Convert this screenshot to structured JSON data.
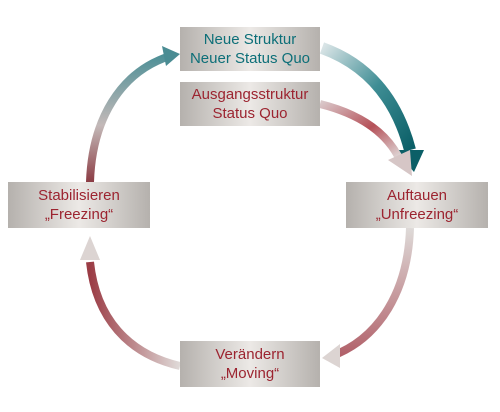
{
  "diagram": {
    "boxes": {
      "new_structure": {
        "line1": "Neue Struktur",
        "line2": "Neuer Status Quo"
      },
      "initial_structure": {
        "line1": "Ausgangsstruktur",
        "line2": "Status Quo"
      },
      "unfreezing": {
        "line1": "Auftauen",
        "line2": "„Unfreezing“"
      },
      "moving": {
        "line1": "Verändern",
        "line2": "„Moving“"
      },
      "freezing": {
        "line1": "Stabilisieren",
        "line2": "„Freezing“"
      }
    },
    "colors": {
      "teal": "#0d6f78",
      "red": "#9c2430",
      "box_gray": "#c8c4c0",
      "arrow_light": "#d8d2cf"
    }
  }
}
